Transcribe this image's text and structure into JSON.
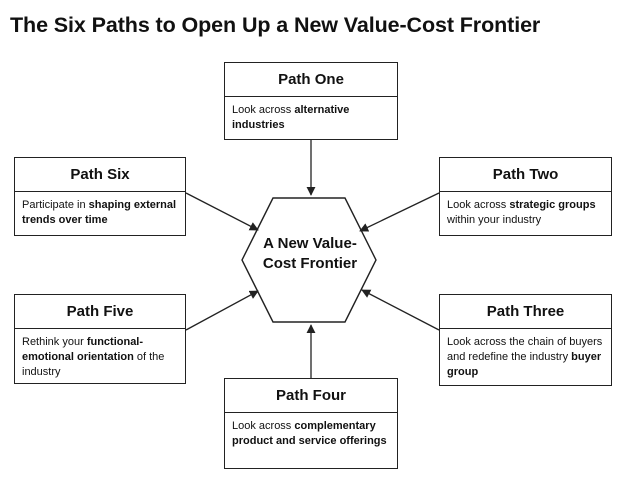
{
  "title": "The Six Paths to Open Up a New Value-Cost Frontier",
  "hub": {
    "line1": "A New Value-",
    "line2": "Cost Frontier"
  },
  "paths": {
    "one": {
      "label": "Path One",
      "text": [
        {
          "t": "Look across ",
          "b": false
        },
        {
          "t": "alternative industries",
          "b": true
        }
      ]
    },
    "two": {
      "label": "Path Two",
      "text": [
        {
          "t": "Look across ",
          "b": false
        },
        {
          "t": "strategic groups",
          "b": true
        },
        {
          "t": " within your industry",
          "b": false
        }
      ]
    },
    "three": {
      "label": "Path Three",
      "text": [
        {
          "t": "Look across the chain of buyers and redefine the industry ",
          "b": false
        },
        {
          "t": "buyer group",
          "b": true
        }
      ]
    },
    "four": {
      "label": "Path Four",
      "text": [
        {
          "t": "Look across ",
          "b": false
        },
        {
          "t": "complementary product and service offerings",
          "b": true
        }
      ]
    },
    "five": {
      "label": "Path Five",
      "text": [
        {
          "t": "Rethink your ",
          "b": false
        },
        {
          "t": "functional-emotional orientation",
          "b": true
        },
        {
          "t": " of the industry",
          "b": false
        }
      ]
    },
    "six": {
      "label": "Path Six",
      "text": [
        {
          "t": "Participate in ",
          "b": false
        },
        {
          "t": "shaping external trends over time",
          "b": true
        }
      ]
    }
  }
}
